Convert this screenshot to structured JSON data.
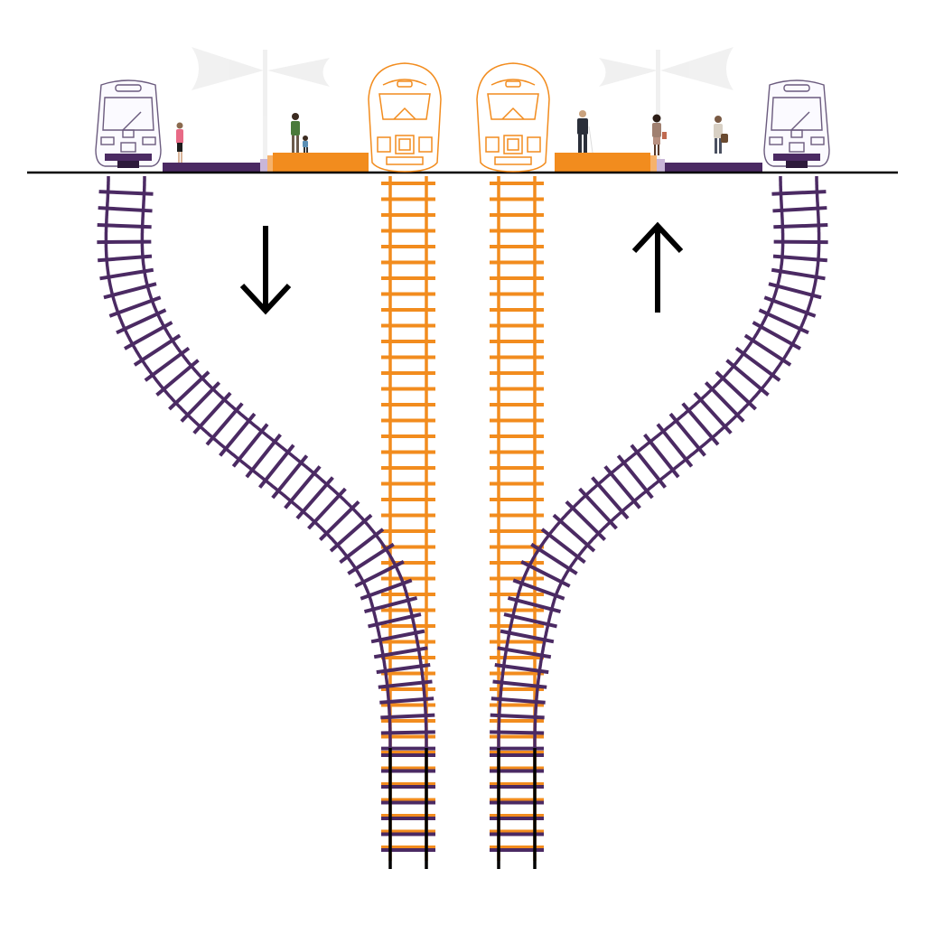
{
  "colors": {
    "light_rail": "#4b2a63",
    "heavy_rail": "#f28c1e",
    "ground_line": "#000000",
    "arrow": "#000000",
    "lavender": "#c9b6d8",
    "train_outline_light": "#6b5b7e",
    "mast": "#efefef"
  },
  "icons": {
    "trains": [
      "light-rail-train-icon",
      "heavy-rail-train-icon",
      "heavy-rail-train-icon",
      "light-rail-train-icon"
    ],
    "signals": [
      "signal-mast-icon",
      "signal-mast-icon"
    ],
    "arrows": [
      "arrow-down-icon",
      "arrow-up-icon"
    ],
    "people": [
      "pedestrian-icon",
      "adult-with-child-icon",
      "pedestrian-icon",
      "pedestrian-icon",
      "traveler-with-luggage-icon"
    ]
  },
  "directions": [
    "down",
    "up"
  ],
  "tracks": [
    {
      "name": "light-rail-track-left",
      "kind": "curved"
    },
    {
      "name": "heavy-rail-track-left",
      "kind": "straight"
    },
    {
      "name": "heavy-rail-track-right",
      "kind": "straight"
    },
    {
      "name": "light-rail-track-right",
      "kind": "curved"
    }
  ]
}
